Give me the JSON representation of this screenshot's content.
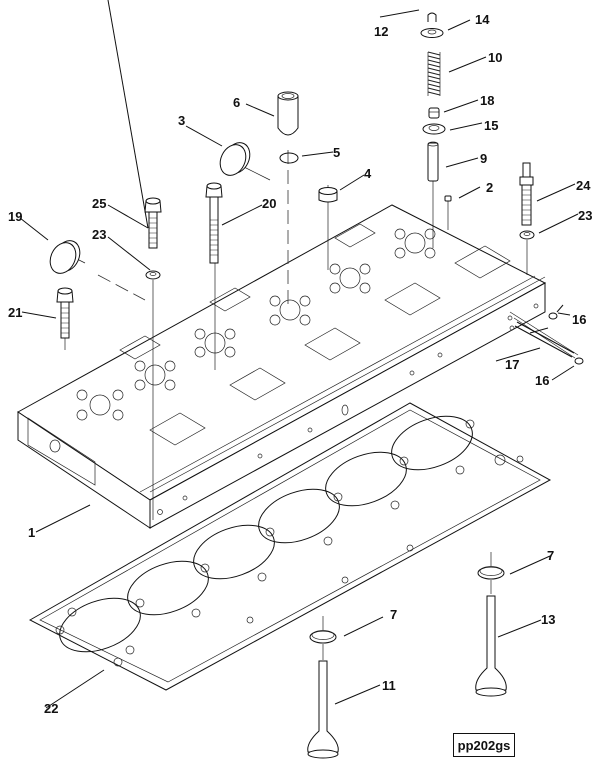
{
  "figure_reference": "pp202gs",
  "callouts": [
    {
      "id": "c1",
      "label": "1",
      "part": "cylinder-head"
    },
    {
      "id": "c2",
      "label": "2",
      "part": "dowel-pin"
    },
    {
      "id": "c3",
      "label": "3",
      "part": "expansion-plug"
    },
    {
      "id": "c4",
      "label": "4",
      "part": "cup-plug"
    },
    {
      "id": "c5",
      "label": "5",
      "part": "o-ring"
    },
    {
      "id": "c6",
      "label": "6",
      "part": "injector-sleeve"
    },
    {
      "id": "c7a",
      "label": "7",
      "part": "valve-seat-insert-exhaust"
    },
    {
      "id": "c7b",
      "label": "7",
      "part": "valve-seat-insert-intake"
    },
    {
      "id": "c9",
      "label": "9",
      "part": "valve-guide"
    },
    {
      "id": "c10",
      "label": "10",
      "part": "valve-spring"
    },
    {
      "id": "c11",
      "label": "11",
      "part": "intake-valve"
    },
    {
      "id": "c12",
      "label": "12",
      "part": "valve-collet"
    },
    {
      "id": "c13",
      "label": "13",
      "part": "exhaust-valve"
    },
    {
      "id": "c14",
      "label": "14",
      "part": "spring-retainer"
    },
    {
      "id": "c15",
      "label": "15",
      "part": "spring-guide"
    },
    {
      "id": "c16a",
      "label": "16",
      "part": "pipe-plug-upper"
    },
    {
      "id": "c16b",
      "label": "16",
      "part": "pipe-plug-lower"
    },
    {
      "id": "c17",
      "label": "17",
      "part": "tube"
    },
    {
      "id": "c18",
      "label": "18",
      "part": "valve-stem-seal"
    },
    {
      "id": "c19",
      "label": "19",
      "part": "expansion-plug-end"
    },
    {
      "id": "c20",
      "label": "20",
      "part": "long-capscrew"
    },
    {
      "id": "c21",
      "label": "21",
      "part": "short-capscrew"
    },
    {
      "id": "c22",
      "label": "22",
      "part": "head-gasket"
    },
    {
      "id": "c23a",
      "label": "23",
      "part": "washer-left"
    },
    {
      "id": "c23b",
      "label": "23",
      "part": "washer-right"
    },
    {
      "id": "c24",
      "label": "24",
      "part": "stud"
    },
    {
      "id": "c25",
      "label": "25",
      "part": "capscrew"
    }
  ]
}
